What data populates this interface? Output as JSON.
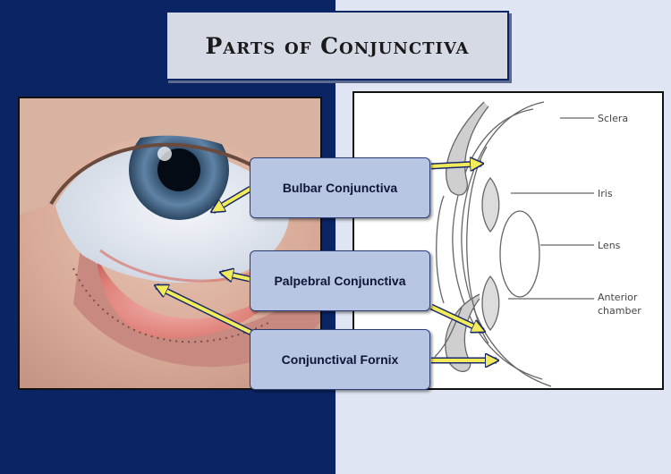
{
  "title": "Parts of Conjunctiva",
  "labels": {
    "bulbar": "Bulbar Conjunctiva",
    "palpebral": "Palpebral Conjunctiva",
    "fornix": "Conjunctival Fornix"
  },
  "diagram_labels": {
    "sclera": "Sclera",
    "iris": "Iris",
    "lens": "Lens",
    "anterior_1": "Anterior",
    "anterior_2": "chamber"
  },
  "colors": {
    "background_dark": "#0b2463",
    "background_light": "#dfe5f3",
    "label_fill": "#b8c6e3",
    "arrow_fill": "#f2ec5a",
    "arrow_outline": "#1a2a6b"
  }
}
